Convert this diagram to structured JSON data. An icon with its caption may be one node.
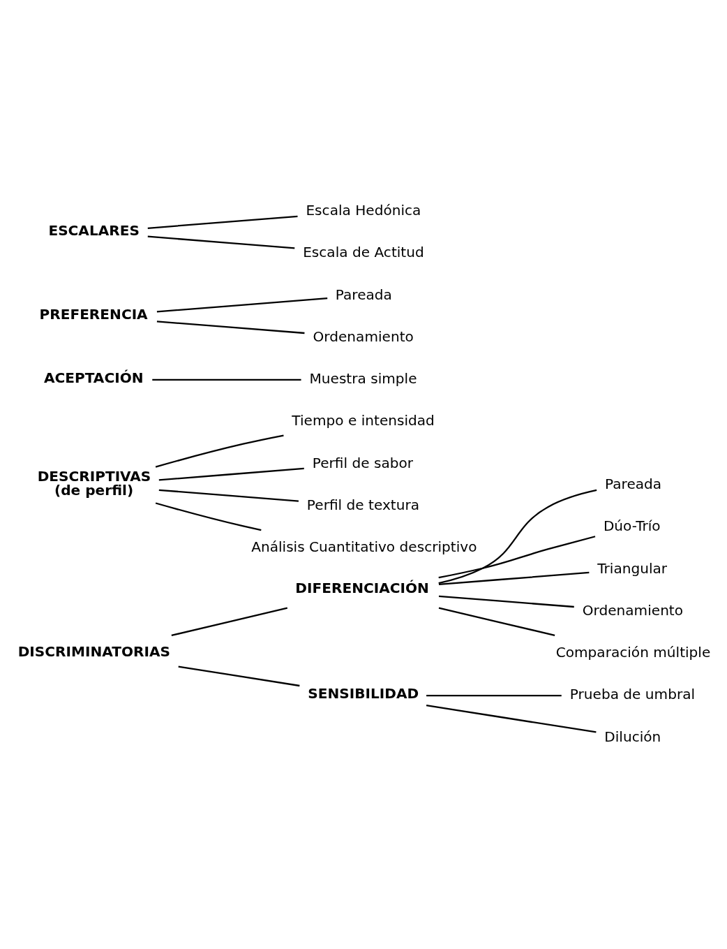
{
  "diagram": {
    "nodes": [
      {
        "text": [
          "DISCRIMINATORIAS"
        ]
      },
      {
        "text": [
          "DIFERENCIACIÓN"
        ]
      },
      {
        "text": [
          "Pareada"
        ]
      },
      {
        "text": [
          "Dúo-Trío"
        ]
      },
      {
        "text": [
          "Triangular"
        ]
      },
      {
        "text": [
          "Ordenamiento"
        ]
      },
      {
        "text": [
          "Comparación múltiple"
        ]
      },
      {
        "text": [
          "SENSIBILIDAD"
        ]
      },
      {
        "text": [
          "Prueba de umbral"
        ]
      },
      {
        "text": [
          "Dilución"
        ]
      },
      {
        "text": [
          "DESCRIPTIVAS",
          "(de perfil)"
        ]
      },
      {
        "text": [
          "Tiempo e intensidad"
        ]
      },
      {
        "text": [
          "Perfil de sabor"
        ]
      },
      {
        "text": [
          "Perfil de textura"
        ]
      },
      {
        "text": [
          "Análisis Cuantitativo descriptivo"
        ]
      },
      {
        "text": [
          "ACEPTACIÓN"
        ]
      },
      {
        "text": [
          "Muestra simple"
        ]
      },
      {
        "text": [
          "PREFERENCIA"
        ]
      },
      {
        "text": [
          "Pareada"
        ]
      },
      {
        "text": [
          "Ordenamiento"
        ]
      },
      {
        "text": [
          "ESCALARES"
        ]
      },
      {
        "text": [
          "Escala Hedónica"
        ]
      },
      {
        "text": [
          "Escala de Actitud"
        ]
      }
    ],
    "edges": [
      {
        "from": 0,
        "to": 1,
        "arrow": "none"
      },
      {
        "from": 0,
        "to": 7,
        "arrow": "none"
      },
      {
        "from": 1,
        "to": 2,
        "arrow": "none"
      },
      {
        "from": 1,
        "to": 3,
        "arrow": "none"
      },
      {
        "from": 1,
        "to": 4,
        "arrow": "none"
      },
      {
        "from": 1,
        "to": 5,
        "arrow": "none"
      },
      {
        "from": 1,
        "to": 6,
        "arrow": "none"
      },
      {
        "from": 7,
        "to": 8,
        "arrow": "none"
      },
      {
        "from": 7,
        "to": 9,
        "arrow": "none"
      },
      {
        "from": 10,
        "to": 11,
        "arrow": "none"
      },
      {
        "from": 10,
        "to": 12,
        "arrow": "none"
      },
      {
        "from": 10,
        "to": 13,
        "arrow": "none"
      },
      {
        "from": 10,
        "to": 14,
        "arrow": "none"
      },
      {
        "from": 15,
        "to": 16,
        "arrow": "none"
      },
      {
        "from": 17,
        "to": 18,
        "arrow": "none"
      },
      {
        "from": 17,
        "to": 19,
        "arrow": "none"
      },
      {
        "from": 20,
        "to": 21,
        "arrow": "none"
      },
      {
        "from": 20,
        "to": 22,
        "arrow": "none"
      }
    ]
  }
}
